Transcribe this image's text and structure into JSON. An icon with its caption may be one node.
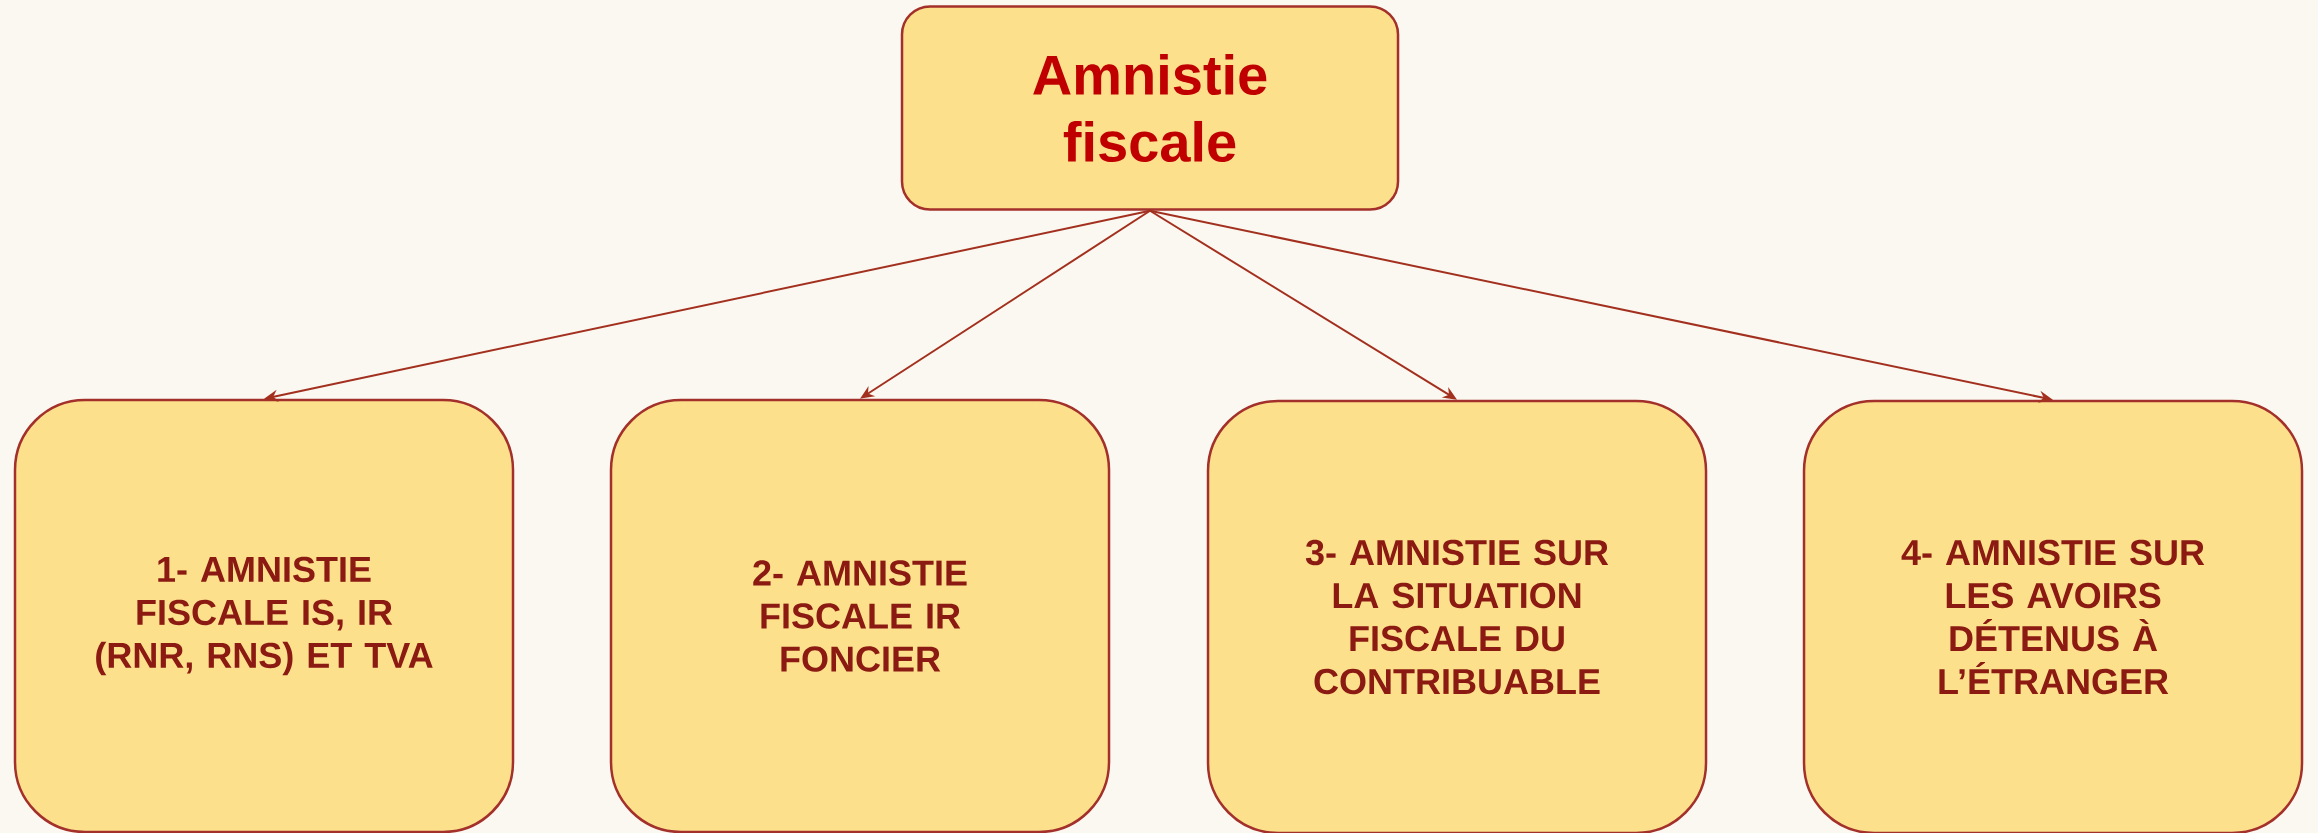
{
  "diagram": {
    "nodes": [
      {
        "text": [
          "Amnistie fiscale"
        ]
      },
      {
        "text": [
          "1- AMNISTIE FISCALE IS, IR (RNR, RNS) ET TVA"
        ]
      },
      {
        "text": [
          "2- AMNISTIE FISCALE IR FONCIER"
        ]
      },
      {
        "text": [
          "3- AMNISTIE SUR LA SITUATION FISCALE DU CONTRIBUABLE"
        ]
      },
      {
        "text": [
          "4- AMNISTIE SUR LES AVOIRS DÉTENUS À L’ÉTRANGER"
        ]
      }
    ],
    "edges": [
      {
        "from": 0,
        "to": 1,
        "arrow": "to"
      },
      {
        "from": 0,
        "to": 2,
        "arrow": "to"
      },
      {
        "from": 0,
        "to": 3,
        "arrow": "to"
      },
      {
        "from": 0,
        "to": 4,
        "arrow": "to"
      }
    ]
  }
}
